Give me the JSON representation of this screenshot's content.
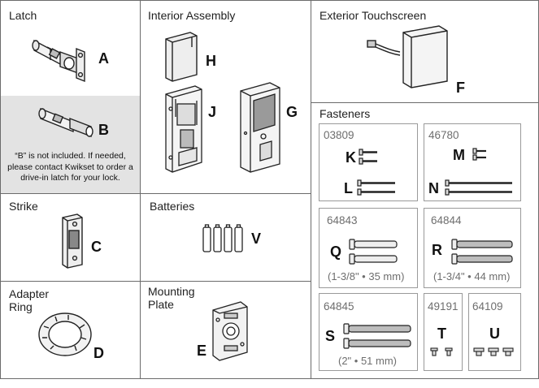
{
  "sections": {
    "latch": "Latch",
    "interior_assembly": "Interior Assembly",
    "exterior_touchscreen": "Exterior Touchscreen",
    "fasteners": "Fasteners",
    "strike": "Strike",
    "batteries": "Batteries",
    "adapter_ring": "Adapter Ring",
    "mounting_plate": "Mounting Plate"
  },
  "parts": {
    "A": "A",
    "B": "B",
    "C": "C",
    "D": "D",
    "E": "E",
    "F": "F",
    "G": "G",
    "H": "H",
    "J": "J",
    "K": "K",
    "L": "L",
    "M": "M",
    "N": "N",
    "Q": "Q",
    "R": "R",
    "S": "S",
    "T": "T",
    "U": "U",
    "V": "V"
  },
  "latch_b_note": "“B” is not included. If needed, please contact Kwikset to order a drive-in latch for your lock.",
  "fastener_codes": {
    "k_l": "03809",
    "m_n": "46780",
    "q": "64843",
    "r": "64844",
    "s": "64845",
    "t": "49191",
    "u": "64109"
  },
  "fastener_sizes": {
    "q": "(1-3/8\" • 35 mm)",
    "r": "(1-3/4\" • 44 mm)",
    "s": "(2\" • 51 mm)"
  },
  "colors": {
    "border": "#6b6b6b",
    "shaded_cell": "#e3e3e3",
    "code_text": "#6e6e6e"
  }
}
